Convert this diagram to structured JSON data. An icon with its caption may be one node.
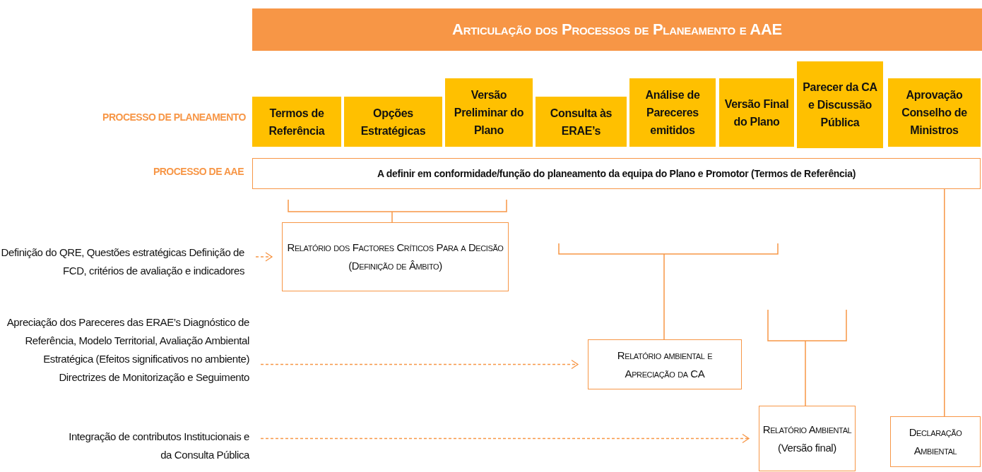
{
  "diagram": {
    "title": "Articulação dos Processos de Planeamento e AAE",
    "nodes": [
      {
        "text": [
          "Termos de Referência"
        ]
      },
      {
        "text": [
          "Opções Estratégicas"
        ]
      },
      {
        "text": [
          "Versão Preliminar do Plano"
        ]
      },
      {
        "text": [
          "Consulta às ERAE’s"
        ]
      },
      {
        "text": [
          "Análise de Pareceres emitidos"
        ]
      },
      {
        "text": [
          "Versão Final do Plano"
        ]
      },
      {
        "text": [
          "Parecer da CA e Discussão Pública"
        ]
      },
      {
        "text": [
          "Aprovação Conselho de Ministros"
        ]
      },
      {
        "text": [
          "A definir em conformidade/função do planeamento da equipa do Plano e Promotor (Termos de Referência)"
        ]
      },
      {
        "text": [
          "Definição do QRE, Questões estratégicas Definição de FCD, critérios de avaliação e indicadores"
        ]
      },
      {
        "text": [
          "Relatório dos Factores Críticos Para a Decisão (Definição de Âmbito)"
        ]
      },
      {
        "text": [
          "Apreciação dos Pareceres das ERAE’s Diagnóstico de Referência, Modelo Territorial, Avaliação Ambiental Estratégica (Efeitos significativos no ambiente) Directrizes de Monitorização e Seguimento"
        ]
      },
      {
        "text": [
          "Relatório ambiental e Apreciação da CA"
        ]
      },
      {
        "text": [
          "Integração de contributos Institucionais e da Consulta Pública"
        ]
      },
      {
        "text": [
          "Relatório Ambiental",
          "(Versão final)"
        ]
      },
      {
        "text": [
          "Declaração Ambiental"
        ]
      }
    ],
    "edges": [
      {
        "from": 9,
        "to": 10,
        "arrow": "to",
        "style": "dashed"
      },
      {
        "from": 11,
        "to": 12,
        "arrow": "to",
        "style": "dashed"
      },
      {
        "from": 13,
        "to": 14,
        "arrow": "to",
        "style": "dashed"
      },
      {
        "from": 8,
        "to": 15,
        "arrow": "none"
      }
    ],
    "labels": [
      "PROCESSO DE PLANEAMENTO",
      "PROCESSO DE AAE"
    ]
  }
}
